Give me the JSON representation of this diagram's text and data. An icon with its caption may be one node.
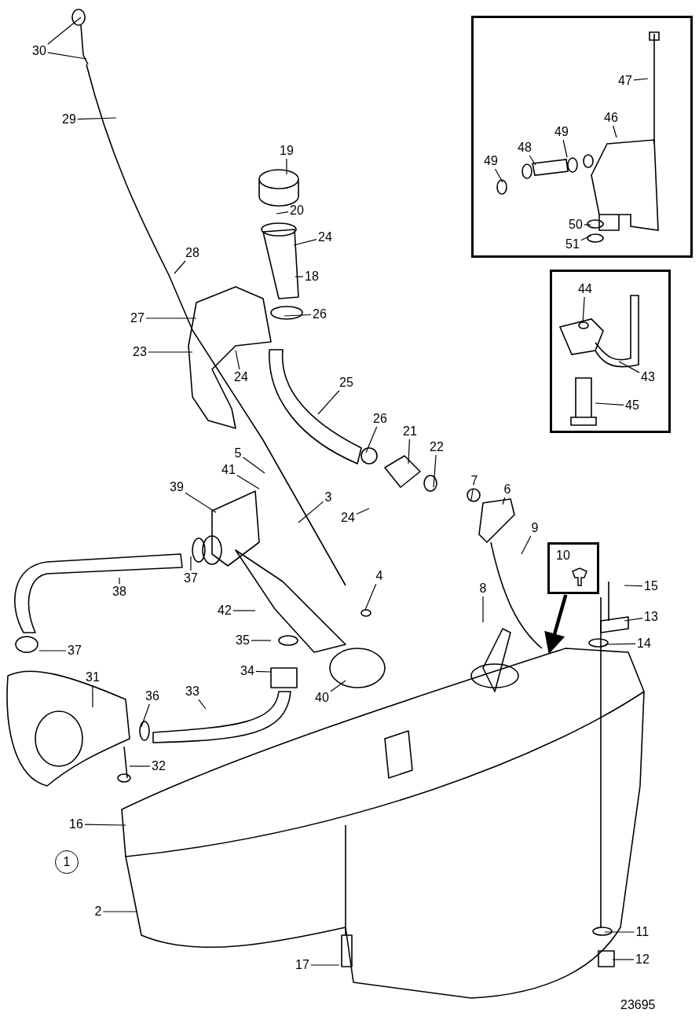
{
  "diagram": {
    "nodes": [
      {
        "text": [],
        "shape": "box"
      },
      {
        "text": [
          "47"
        ],
        "in": 0
      },
      {
        "text": [
          "46"
        ],
        "in": 0
      },
      {
        "text": [
          "49"
        ],
        "in": 0
      },
      {
        "text": [
          "48"
        ],
        "in": 0
      },
      {
        "text": [
          "49"
        ],
        "in": 0
      },
      {
        "text": [
          "50"
        ],
        "in": 0
      },
      {
        "text": [
          "51"
        ],
        "in": 0
      },
      {
        "text": [
          "30"
        ]
      },
      {
        "text": [
          "29"
        ]
      },
      {
        "text": [
          "19"
        ]
      },
      {
        "text": [
          "20"
        ]
      },
      {
        "text": [
          "24"
        ]
      },
      {
        "text": [
          "28"
        ]
      },
      {
        "text": [
          "18"
        ]
      },
      {
        "text": [
          "27"
        ]
      },
      {
        "text": [
          "26"
        ]
      },
      {
        "text": [
          "23"
        ]
      },
      {
        "text": [
          "24"
        ]
      },
      {
        "text": [],
        "shape": "box"
      },
      {
        "text": [
          "44"
        ],
        "in": 19
      },
      {
        "text": [
          "43"
        ],
        "in": 19
      },
      {
        "text": [
          "45"
        ],
        "in": 19
      },
      {
        "text": [
          "25"
        ]
      },
      {
        "text": [
          "26"
        ]
      },
      {
        "text": [
          "21"
        ]
      },
      {
        "text": [
          "22"
        ]
      },
      {
        "text": [
          "5"
        ]
      },
      {
        "text": [
          "41"
        ]
      },
      {
        "text": [
          "39"
        ]
      },
      {
        "text": [
          "3"
        ]
      },
      {
        "text": [
          "7"
        ]
      },
      {
        "text": [
          "6"
        ]
      },
      {
        "text": [
          "24"
        ]
      },
      {
        "text": [
          "9"
        ]
      },
      {
        "text": [
          "10"
        ]
      },
      {
        "text": [
          "37"
        ]
      },
      {
        "text": [
          "38"
        ]
      },
      {
        "text": [
          "4"
        ]
      },
      {
        "text": [
          "8"
        ]
      },
      {
        "text": [
          "15"
        ]
      },
      {
        "text": [
          "42"
        ]
      },
      {
        "text": [
          "13"
        ]
      },
      {
        "text": [
          "35"
        ]
      },
      {
        "text": [
          "14"
        ]
      },
      {
        "text": [
          "37"
        ]
      },
      {
        "text": [
          "34"
        ]
      },
      {
        "text": [
          "31"
        ]
      },
      {
        "text": [
          "33"
        ]
      },
      {
        "text": [
          "40"
        ]
      },
      {
        "text": [
          "36"
        ]
      },
      {
        "text": [
          "32"
        ]
      },
      {
        "text": [
          "16"
        ]
      },
      {
        "text": [
          "1"
        ]
      },
      {
        "text": [
          "2"
        ]
      },
      {
        "text": [
          "11"
        ]
      },
      {
        "text": [
          "12"
        ]
      },
      {
        "text": [
          "17"
        ]
      }
    ],
    "edges": [
      {
        "from": 1,
        "to": null,
        "arrow": "none"
      },
      {
        "from": 2,
        "to": null,
        "arrow": "none"
      },
      {
        "from": 3,
        "to": null,
        "arrow": "none"
      },
      {
        "from": 4,
        "to": null,
        "arrow": "none"
      },
      {
        "from": 5,
        "to": null,
        "arrow": "none"
      },
      {
        "from": 6,
        "to": null,
        "arrow": "none"
      },
      {
        "from": 7,
        "to": null,
        "arrow": "none"
      },
      {
        "from": 8,
        "to": null,
        "arrow": "none"
      },
      {
        "from": 8,
        "to": null,
        "arrow": "none"
      },
      {
        "from": 9,
        "to": null,
        "arrow": "none"
      },
      {
        "from": 10,
        "to": null,
        "arrow": "none"
      },
      {
        "from": 11,
        "to": null,
        "arrow": "none"
      },
      {
        "from": 12,
        "to": null,
        "arrow": "none"
      },
      {
        "from": 13,
        "to": null,
        "arrow": "none"
      },
      {
        "from": 14,
        "to": null,
        "arrow": "none"
      },
      {
        "from": 15,
        "to": null,
        "arrow": "none"
      },
      {
        "from": 16,
        "to": null,
        "arrow": "none"
      },
      {
        "from": 17,
        "to": null,
        "arrow": "none"
      },
      {
        "from": 18,
        "to": null,
        "arrow": "none"
      },
      {
        "from": 20,
        "to": null,
        "arrow": "none"
      },
      {
        "from": 21,
        "to": null,
        "arrow": "none"
      },
      {
        "from": 22,
        "to": null,
        "arrow": "none"
      },
      {
        "from": 23,
        "to": null,
        "arrow": "none"
      },
      {
        "from": 24,
        "to": null,
        "arrow": "none"
      },
      {
        "from": 25,
        "to": null,
        "arrow": "none"
      },
      {
        "from": 26,
        "to": null,
        "arrow": "none"
      },
      {
        "from": 27,
        "to": null,
        "arrow": "none"
      },
      {
        "from": 28,
        "to": null,
        "arrow": "none"
      },
      {
        "from": 29,
        "to": null,
        "arrow": "none"
      },
      {
        "from": 30,
        "to": null,
        "arrow": "none"
      },
      {
        "from": 31,
        "to": null,
        "arrow": "none"
      },
      {
        "from": 32,
        "to": null,
        "arrow": "none"
      },
      {
        "from": 33,
        "to": null,
        "arrow": "none"
      },
      {
        "from": 34,
        "to": null,
        "arrow": "none"
      },
      {
        "from": 35,
        "to": null,
        "arrow": "to",
        "style": "thick"
      },
      {
        "from": 36,
        "to": null,
        "arrow": "none"
      },
      {
        "from": 37,
        "to": null,
        "arrow": "none"
      },
      {
        "from": 38,
        "to": null,
        "arrow": "none"
      },
      {
        "from": 39,
        "to": null,
        "arrow": "none"
      },
      {
        "from": 40,
        "to": null,
        "arrow": "none"
      },
      {
        "from": 41,
        "to": null,
        "arrow": "none"
      },
      {
        "from": 42,
        "to": null,
        "arrow": "none"
      },
      {
        "from": 43,
        "to": null,
        "arrow": "none"
      },
      {
        "from": 44,
        "to": null,
        "arrow": "none"
      },
      {
        "from": 45,
        "to": null,
        "arrow": "none"
      },
      {
        "from": 46,
        "to": null,
        "arrow": "none"
      },
      {
        "from": 47,
        "to": null,
        "arrow": "none"
      },
      {
        "from": 48,
        "to": null,
        "arrow": "none"
      },
      {
        "from": 49,
        "to": null,
        "arrow": "none"
      },
      {
        "from": 50,
        "to": null,
        "arrow": "none"
      },
      {
        "from": 51,
        "to": null,
        "arrow": "none"
      },
      {
        "from": 52,
        "to": null,
        "arrow": "none"
      },
      {
        "from": 54,
        "to": null,
        "arrow": "none"
      },
      {
        "from": 55,
        "to": null,
        "arrow": "none"
      },
      {
        "from": 56,
        "to": null,
        "arrow": "none"
      },
      {
        "from": 57,
        "to": null,
        "arrow": "none"
      }
    ],
    "labels": [
      "23695"
    ]
  }
}
